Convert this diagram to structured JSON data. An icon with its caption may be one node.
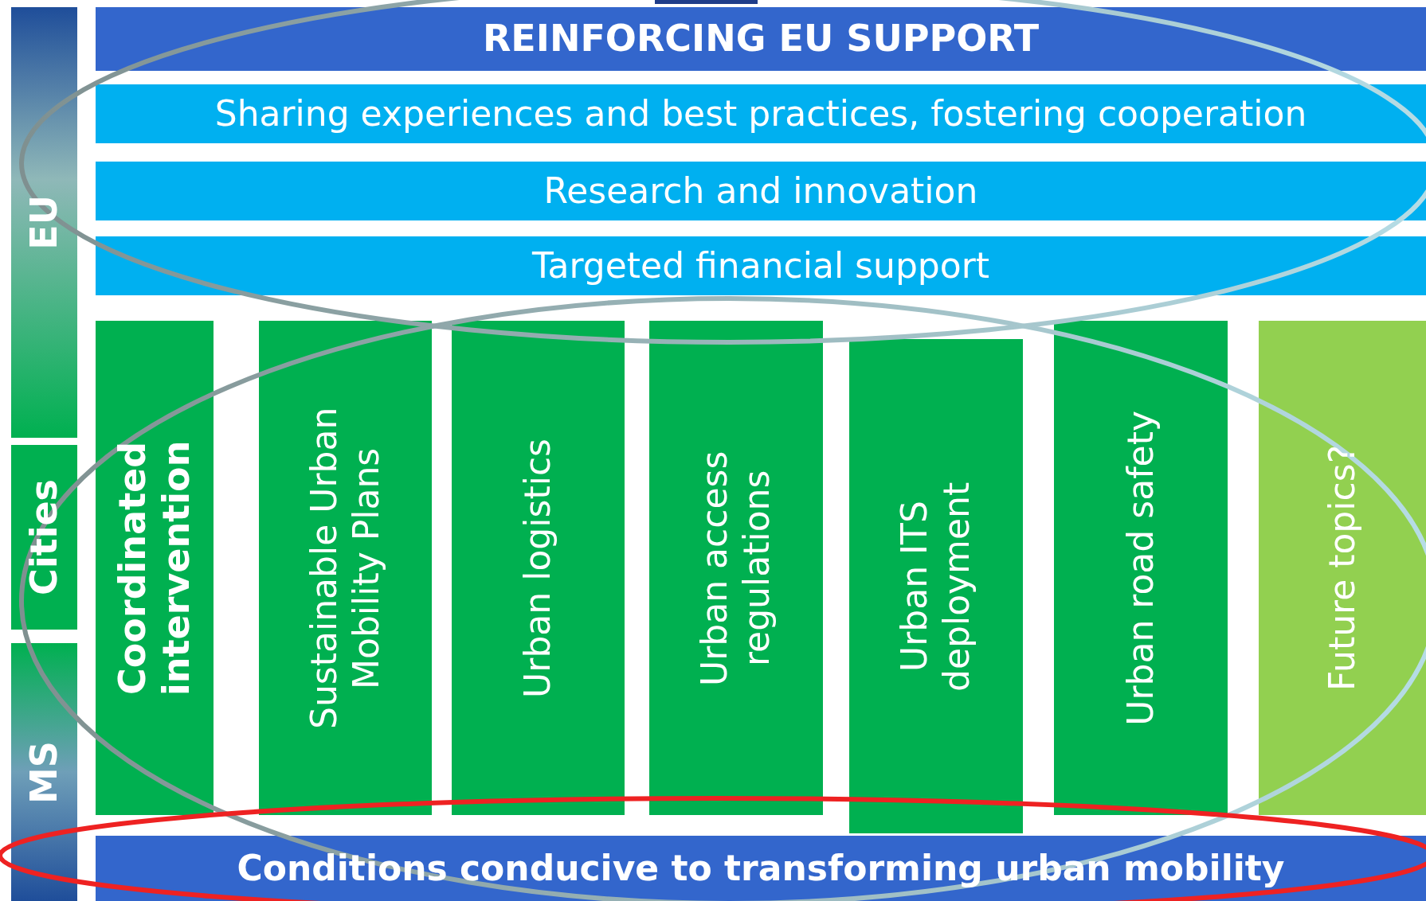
{
  "diagram": {
    "nodes": [
      {
        "text": [
          "EU"
        ]
      },
      {
        "text": [
          "Cities"
        ]
      },
      {
        "text": [
          "MS"
        ]
      },
      {
        "text": [
          "REINFORCING EU SUPPORT"
        ]
      },
      {
        "text": [
          "Sharing experiences and best practices, fostering cooperation"
        ]
      },
      {
        "text": [
          "Research and innovation"
        ]
      },
      {
        "text": [
          "Targeted financial support"
        ]
      },
      {
        "text": [
          "Coordinated intervention"
        ]
      },
      {
        "text": [
          "Sustainable Urban Mobility Plans"
        ]
      },
      {
        "text": [
          "Urban logistics"
        ]
      },
      {
        "text": [
          "Urban access regulations"
        ]
      },
      {
        "text": [
          "Urban ITS deployment"
        ]
      },
      {
        "text": [
          "Urban road safety"
        ]
      },
      {
        "text": [
          "Future topics?"
        ]
      },
      {
        "text": [
          "Conditions conducive to transforming urban mobility"
        ]
      }
    ]
  }
}
